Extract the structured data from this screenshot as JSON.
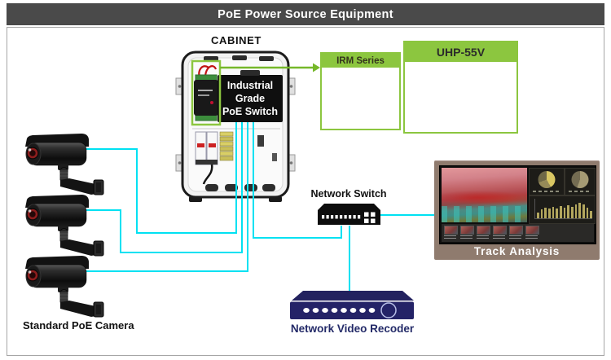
{
  "title_bar": {
    "title": "PoE Power Source Equipment"
  },
  "cabinet": {
    "label": "CABINET",
    "poe_switch_label": "Industrial\nGrade\nPoE Switch"
  },
  "irm_callout": {
    "label": "IRM Series"
  },
  "uhp_callout": {
    "label": "UHP-55V"
  },
  "network_switch": {
    "label": "Network Switch"
  },
  "nvr": {
    "label": "Network Video Recoder"
  },
  "monitor": {
    "label": "Track Analysis",
    "bars": [
      30,
      45,
      55,
      48,
      58,
      52,
      62,
      55,
      65,
      58,
      72,
      80,
      70,
      55,
      38
    ],
    "thumbnail_count": 6
  },
  "cameras": {
    "label": "Standard PoE Camera",
    "count": 3
  },
  "colors": {
    "title_bg": "#4a4a4a",
    "accent_green": "#8CC63F",
    "arrow_green": "#76B82A",
    "cable_cyan": "#00E1F2",
    "nvr_navy": "#242367",
    "monitor_frame": "#8F7B6E"
  }
}
